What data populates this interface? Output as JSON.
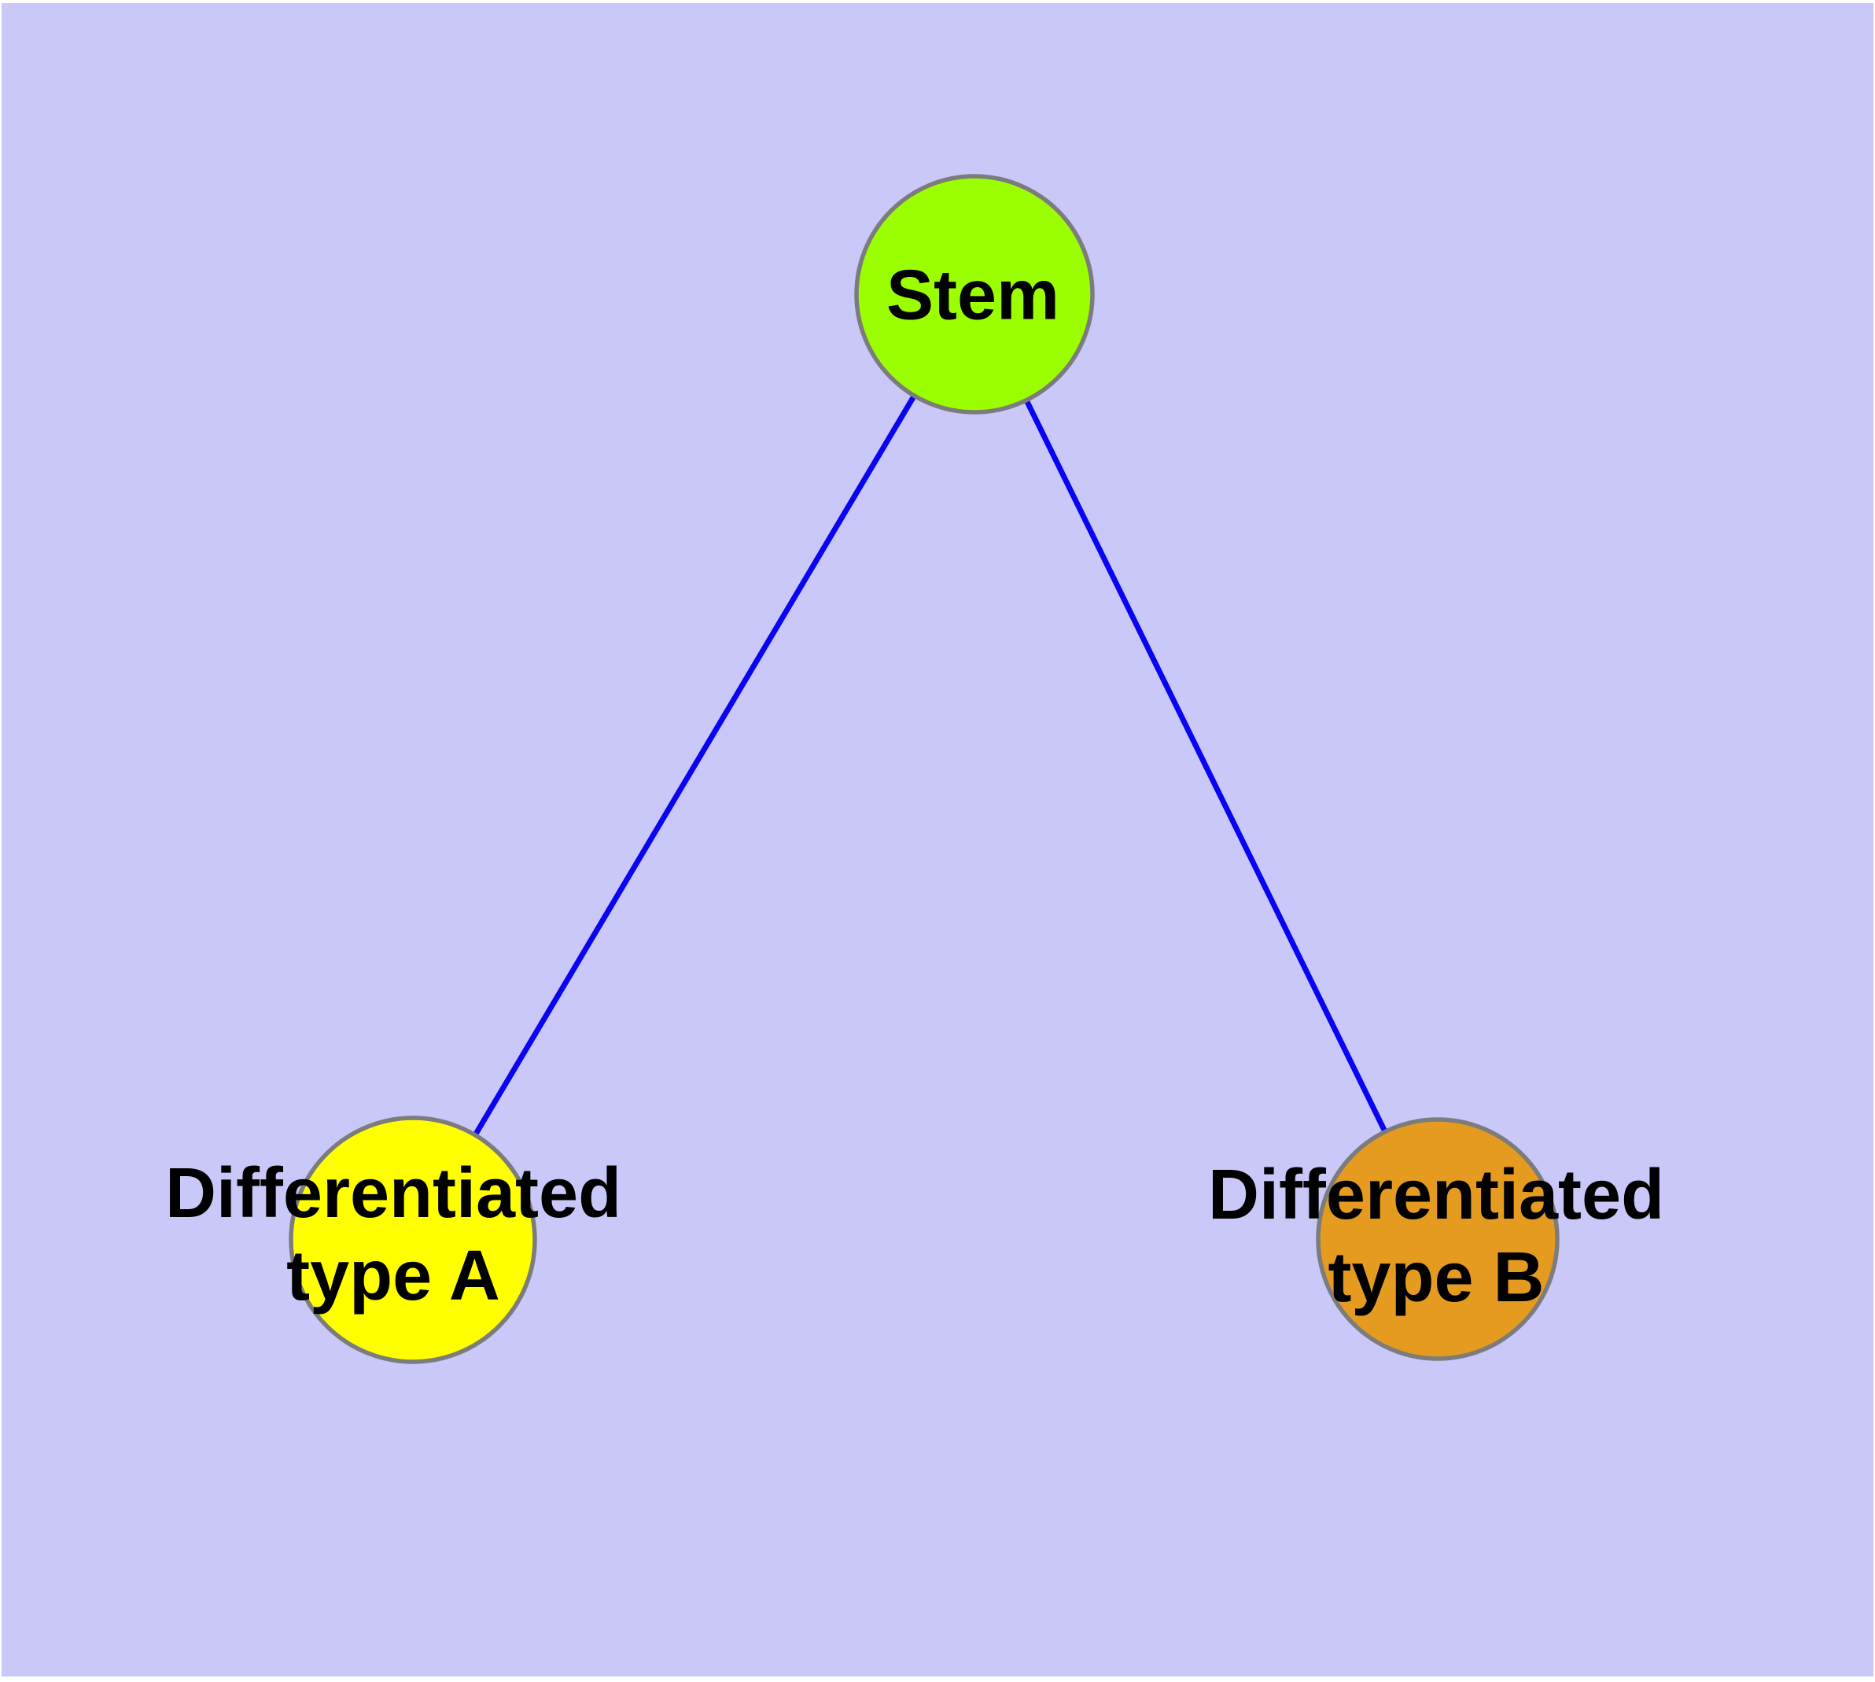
{
  "diagram": {
    "description": "Stem cell differentiation graph",
    "background_color": "#c9c8f8",
    "page_color": "#ffffff",
    "edge_color": "#0903f3",
    "node_border_color": "#7c7c7c",
    "label_color": "#000000",
    "nodes": [
      {
        "id": "stem",
        "label": "Stem",
        "fill": "#9bfe01"
      },
      {
        "id": "differentiated-type-a",
        "label_line1": "Differentiated",
        "label_line2": "type A",
        "fill": "#ffff00"
      },
      {
        "id": "differentiated-type-b",
        "label_line1": "Differentiated",
        "label_line2": "type B",
        "fill": "#e49b20"
      }
    ],
    "edges": [
      {
        "from": "stem",
        "to": "differentiated-type-a"
      },
      {
        "from": "stem",
        "to": "differentiated-type-b"
      }
    ]
  }
}
